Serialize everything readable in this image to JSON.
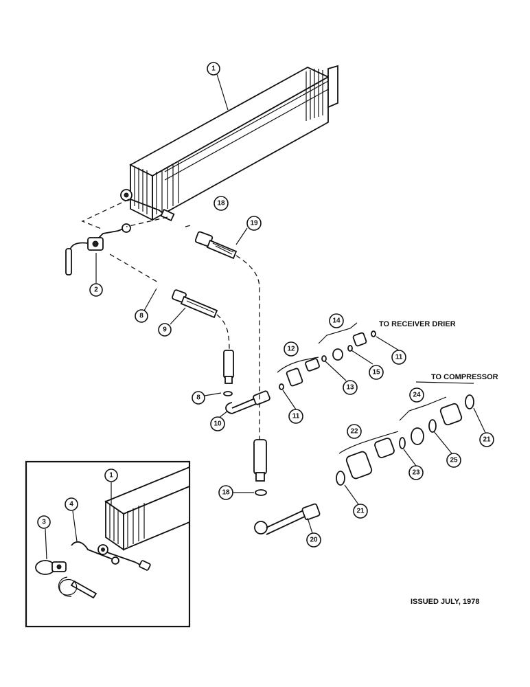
{
  "callouts": {
    "c1": "1",
    "c2": "2",
    "c3": "3",
    "c4": "4",
    "c8a": "8",
    "c8b": "8",
    "c9": "9",
    "c10": "10",
    "c11a": "11",
    "c11b": "11",
    "c12": "12",
    "c13": "13",
    "c14": "14",
    "c15": "15",
    "c18a": "18",
    "c18b": "18",
    "c19": "19",
    "c20": "20",
    "c21a": "21",
    "c21b": "21",
    "c22": "22",
    "c23": "23",
    "c24": "24",
    "c25": "25",
    "c1inset": "1"
  },
  "labels": {
    "to_receiver_drier": "TO RECEIVER DRIER",
    "to_compressor": "TO COMPRESSOR",
    "issued": "ISSUED JULY, 1978"
  }
}
